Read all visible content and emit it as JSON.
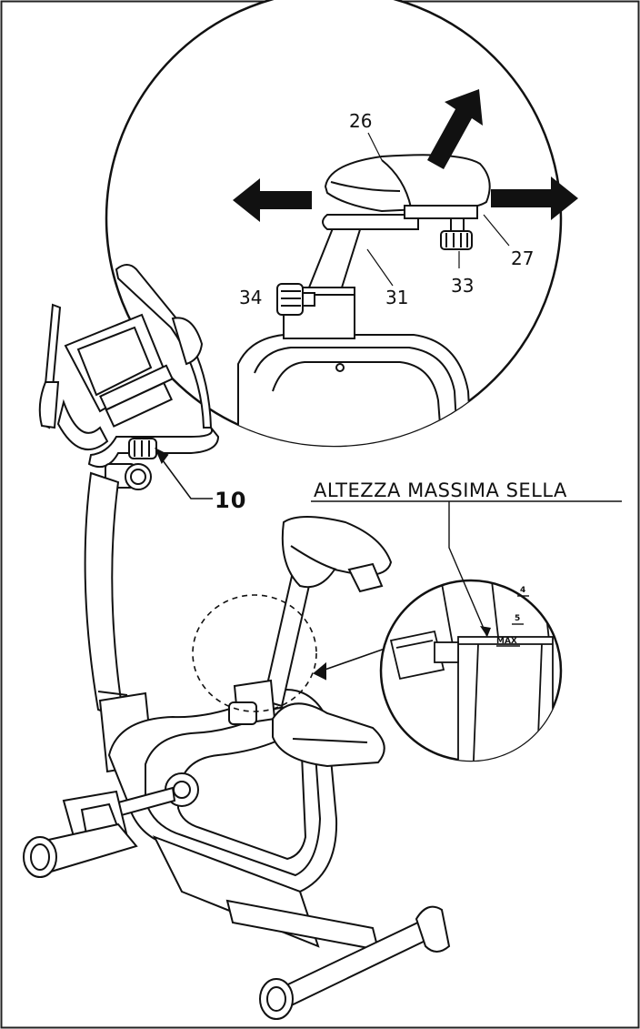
{
  "labels": {
    "p26": "26",
    "p27": "27",
    "p31": "31",
    "p33": "33",
    "p34": "34",
    "p10": "10"
  },
  "caption": "ALTEZZA MASSIMA SELLA",
  "scale_marks": {
    "four": "4",
    "five": "5",
    "max": "MAX"
  }
}
